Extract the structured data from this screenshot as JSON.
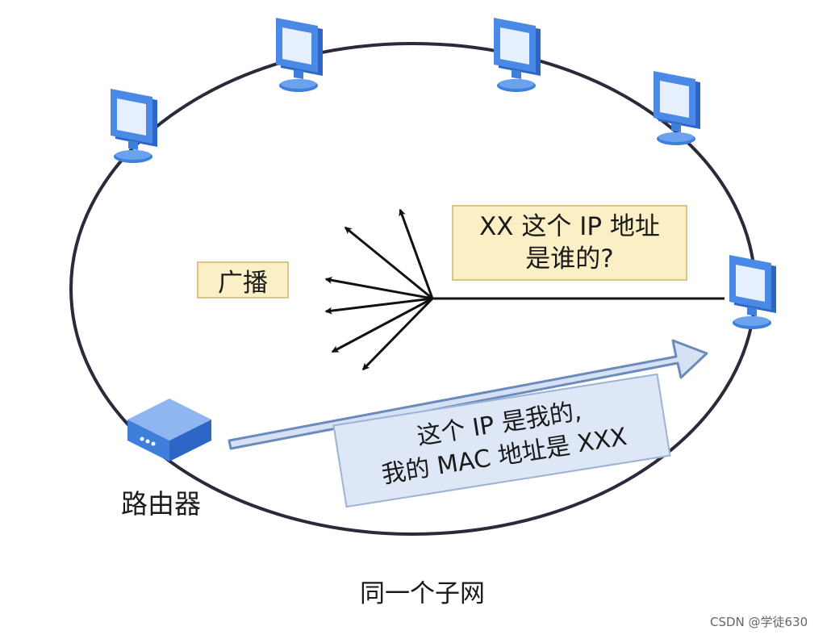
{
  "broadcast_label": "广播",
  "query": {
    "line1": "XX 这个 IP 地址",
    "line2": "是谁的?"
  },
  "reply": {
    "line1": "这个 IP 是我的,",
    "line2": "我的 MAC 地址是 XXX"
  },
  "router_label": "路由器",
  "subnet_label": "同一个子网",
  "watermark": "CSDN @学徒630",
  "colors": {
    "ring": "#2b2a3a",
    "monitor_frame": "#3f7fdc",
    "monitor_screen": "#e4eefb",
    "callout_fill": "#fbefc6",
    "reply_fill": "#dde7f5"
  },
  "icons": [
    "monitor-icon",
    "router-icon",
    "broadcast-arrows",
    "reply-arrow"
  ]
}
